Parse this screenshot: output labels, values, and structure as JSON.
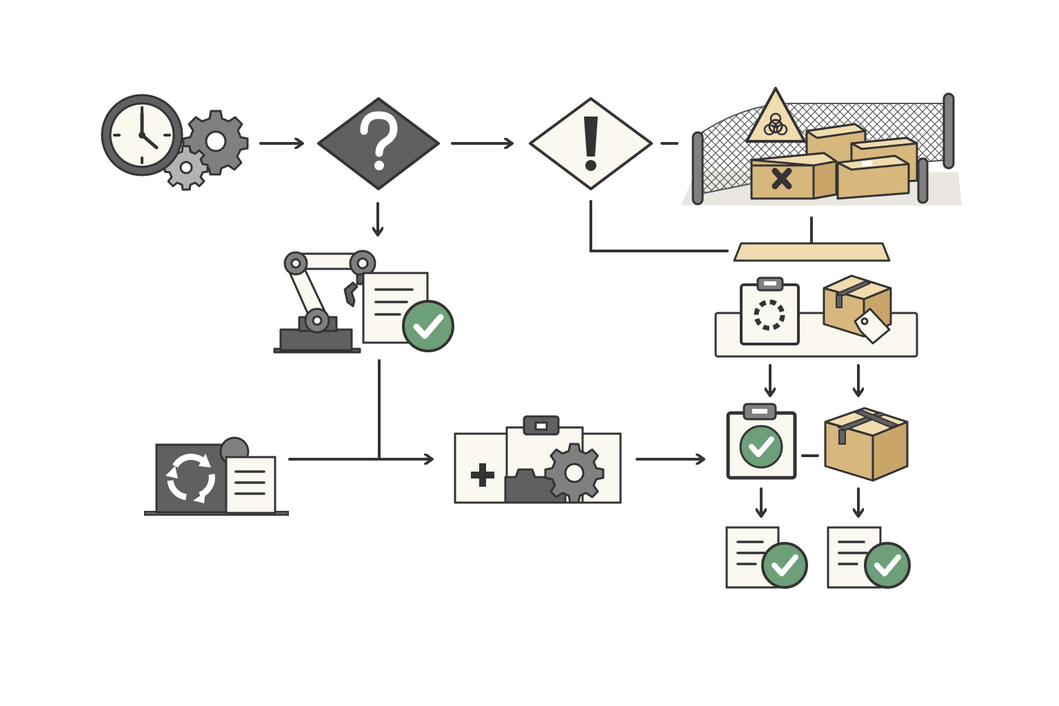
{
  "diagram": {
    "description_visible_text": [],
    "nodes": [
      {
        "id": "start-schedule",
        "icon": "clock-gears-icon"
      },
      {
        "id": "decision",
        "icon": "question-diamond-icon",
        "glyph": "?"
      },
      {
        "id": "warning",
        "icon": "warning-diamond-icon",
        "glyph": "!"
      },
      {
        "id": "quarantine",
        "icon": "quarantine-fenced-area-icon"
      },
      {
        "id": "robot-inspection",
        "icon": "robot-arm-approved-document-icon"
      },
      {
        "id": "records-sync",
        "icon": "laptop-sync-document-icon"
      },
      {
        "id": "maintenance-kit",
        "icon": "toolbox-gear-icon"
      },
      {
        "id": "sorting-shelf",
        "icon": "shelf-clipboard-package-icon"
      },
      {
        "id": "approved-checklist",
        "icon": "clipboard-check-icon"
      },
      {
        "id": "package",
        "icon": "package-box-icon"
      },
      {
        "id": "approved-doc-1",
        "icon": "approved-document-icon"
      },
      {
        "id": "approved-doc-2",
        "icon": "approved-document-icon"
      }
    ],
    "edges": [
      [
        "start-schedule",
        "decision"
      ],
      [
        "decision",
        "warning"
      ],
      [
        "warning",
        "quarantine"
      ],
      [
        "decision",
        "robot-inspection"
      ],
      [
        "warning",
        "sorting-shelf"
      ],
      [
        "quarantine",
        "sorting-shelf"
      ],
      [
        "robot-inspection",
        "maintenance-kit"
      ],
      [
        "records-sync",
        "maintenance-kit"
      ],
      [
        "maintenance-kit",
        "approved-checklist"
      ],
      [
        "sorting-shelf",
        "approved-checklist"
      ],
      [
        "sorting-shelf",
        "package"
      ],
      [
        "approved-checklist",
        "package"
      ],
      [
        "approved-checklist",
        "approved-doc-1"
      ],
      [
        "package",
        "approved-doc-2"
      ]
    ]
  },
  "colors": {
    "stroke": "#333333",
    "dark": "#5f6062",
    "gray": "#808080",
    "cream": "#fbf8f0",
    "tan": "#d8b77d",
    "tan_light": "#f1dcaf",
    "green": "#6d9f78",
    "white": "#ffffff"
  }
}
